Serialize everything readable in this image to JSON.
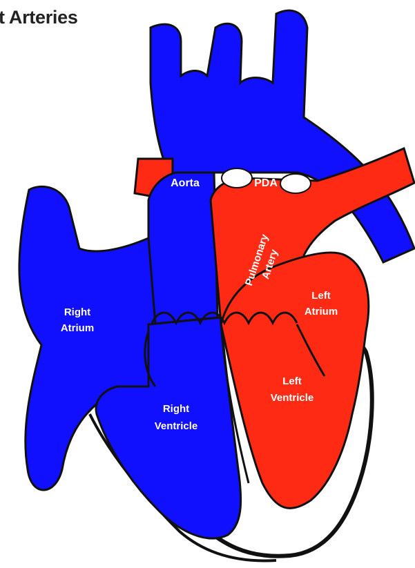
{
  "title": "t Arteries",
  "labels": {
    "aorta": "Aorta",
    "pda": "PDA",
    "pulmonary_line1": "Pulmonary",
    "pulmonary_line2": "Artery",
    "left_atrium_line1": "Left",
    "left_atrium_line2": "Atrium",
    "right_atrium_line1": "Right",
    "right_atrium_line2": "Atrium",
    "right_ventricle_line1": "Right",
    "right_ventricle_line2": "Ventricle",
    "left_ventricle_line1": "Left",
    "left_ventricle_line2": "Ventricle"
  },
  "colors": {
    "deoxygenated": "#1010ff",
    "oxygenated": "#ff2a14",
    "outline": "#111111"
  }
}
